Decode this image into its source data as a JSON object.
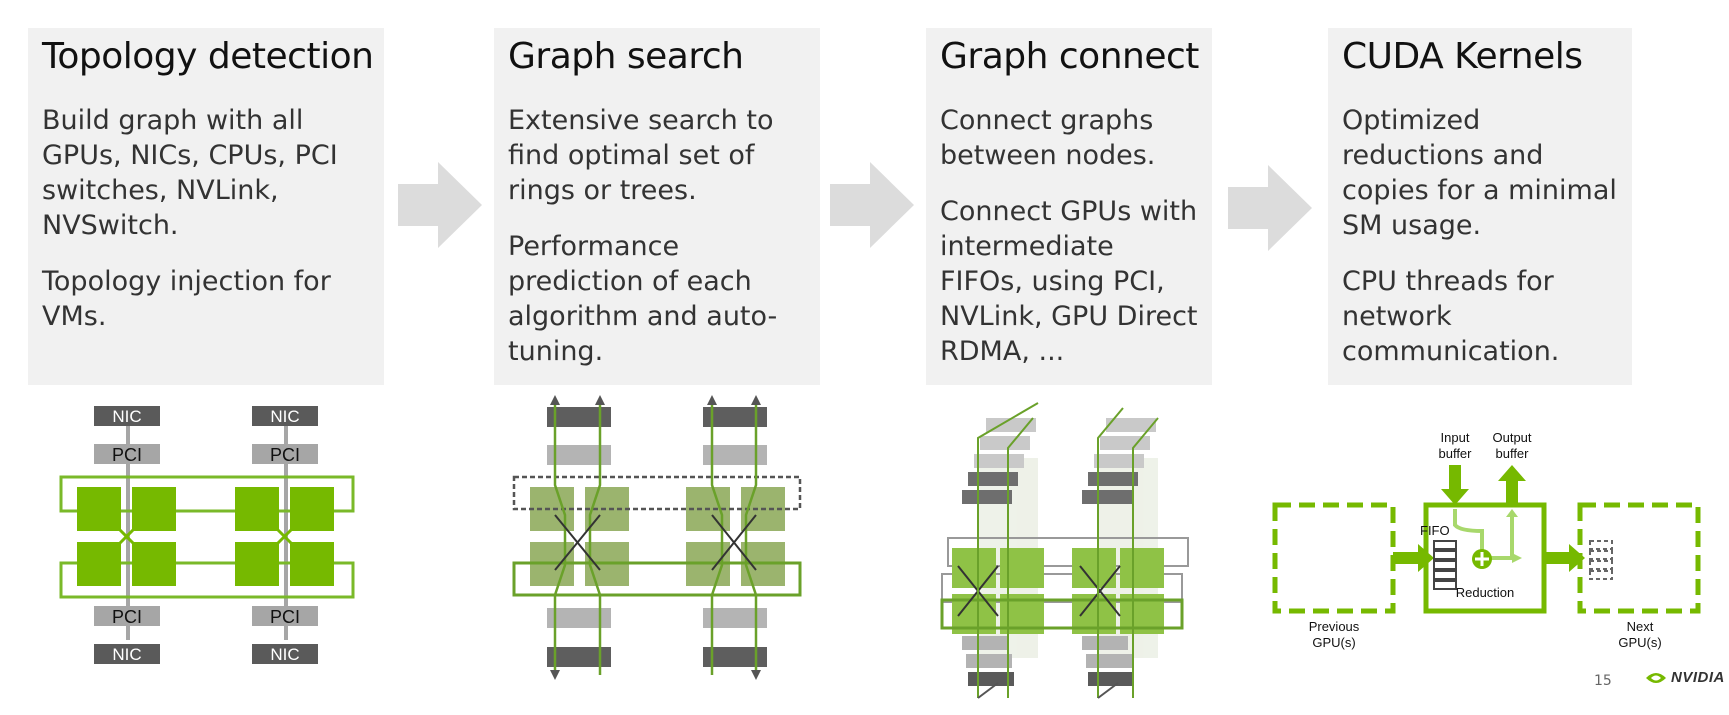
{
  "slide": {
    "page_number": "15",
    "brand": "NVIDIA",
    "accent_color": "#76b900",
    "panel_color": "#f1f1f1",
    "arrow_color": "#dcdcdc"
  },
  "panels": [
    {
      "title": "Topology detection",
      "paragraphs": [
        "Build graph with all GPUs, NICs, CPUs, PCI switches, NVLink, NVSwitch.",
        "Topology injection for VMs."
      ]
    },
    {
      "title": "Graph search",
      "paragraphs": [
        "Extensive search to find optimal set of rings or trees.",
        "Performance prediction of each algorithm and auto-tuning."
      ]
    },
    {
      "title": "Graph connect",
      "paragraphs": [
        "Connect graphs between nodes.",
        "Connect GPUs with intermediate FIFOs, using PCI, NVLink, GPU Direct RDMA, ..."
      ]
    },
    {
      "title": "CUDA Kernels",
      "paragraphs": [
        "Optimized reductions and copies for a minimal SM usage.",
        "CPU threads for network communication."
      ]
    }
  ],
  "topology_diagram": {
    "nic_label": "NIC",
    "pci_label": "PCI"
  },
  "kernel_diagram": {
    "input_buffer": [
      "Input",
      "buffer"
    ],
    "output_buffer": [
      "Output",
      "buffer"
    ],
    "fifo": "FIFO",
    "reduction": "Reduction",
    "previous_gpu": [
      "Previous",
      "GPU(s)"
    ],
    "next_gpu": [
      "Next",
      "GPU(s)"
    ]
  }
}
